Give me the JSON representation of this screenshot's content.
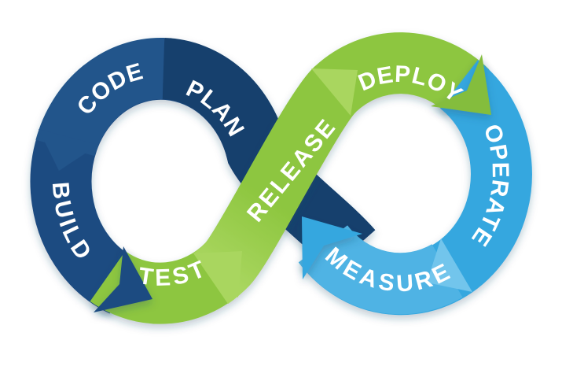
{
  "diagram": {
    "type": "devops-infinity-loop",
    "stages": [
      {
        "label": "PLAN"
      },
      {
        "label": "CODE"
      },
      {
        "label": "BUILD"
      },
      {
        "label": "TEST"
      },
      {
        "label": "RELEASE"
      },
      {
        "label": "DEPLOY"
      },
      {
        "label": "OPERATE"
      },
      {
        "label": "MEASURE"
      }
    ],
    "colors": {
      "navy": "#1e4c81",
      "navy_dark": "#193f6d",
      "navy_light": "#22548b",
      "green": "#8dc63f",
      "green_light": "#a9d65f",
      "green_arrow": "#84bd3c",
      "cyan": "#36a7df",
      "cyan_light": "#4fb3e4",
      "cyan_wedge": "#72c5ec",
      "label_text": "#ffffff",
      "background": "#ffffff"
    }
  }
}
